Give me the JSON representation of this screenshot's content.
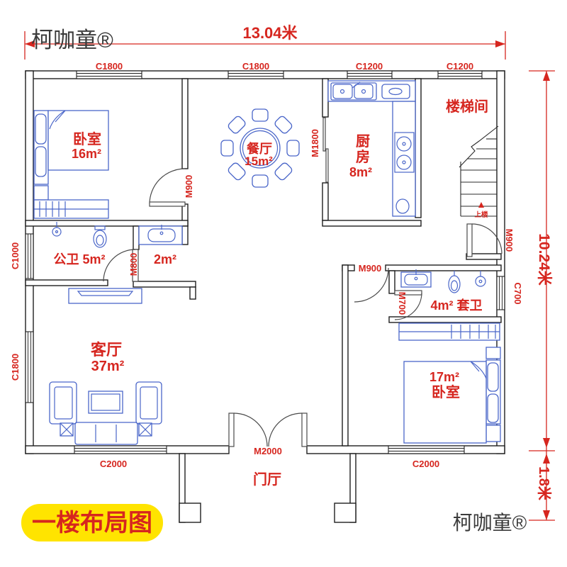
{
  "watermarks": {
    "top_left": "柯咖童®",
    "bottom_right": "柯咖童®"
  },
  "badge": {
    "label": "一楼布局图"
  },
  "dimensions": {
    "total_width": "13.04米",
    "main_depth": "10.24米",
    "porch_depth": "1.8米"
  },
  "rooms": {
    "bedroom_main": {
      "name": "卧室",
      "area": "16m²"
    },
    "dining": {
      "name": "餐厅",
      "area": "15m²"
    },
    "kitchen": {
      "char1": "厨",
      "char2": "房",
      "area": "8m²"
    },
    "stairwell": {
      "name": "楼梯间",
      "up": "上楼"
    },
    "public_bath": {
      "label": "公卫 5m²"
    },
    "wash_nook": {
      "area": "2m²"
    },
    "living": {
      "name": "客厅",
      "area": "37m²"
    },
    "ensuite": {
      "label": "4m² 套卫"
    },
    "bedroom_second": {
      "area": "17m²",
      "name": "卧室"
    },
    "foyer": {
      "name": "门厅"
    }
  },
  "windows": {
    "top_bedroom": "C1800",
    "top_dining": "C1800",
    "top_kitchen": "C1200",
    "top_stair": "C1200",
    "left_bath": "C1000",
    "left_living": "C1800",
    "right_ensuite": "C700",
    "bottom_living": "C2000",
    "bottom_bedroom": "C2000"
  },
  "doors": {
    "bedroom_main": "M900",
    "bath": "M800",
    "kitchen": "M1800",
    "stair": "M900",
    "suite": "M900",
    "ensuite": "M700",
    "entry": "M2000"
  },
  "colors": {
    "wall": "#1f1f1f",
    "furniture": "#4a66c9",
    "annotation": "#d6261f",
    "badge_bg": "#ffe400",
    "watermark": "#3b3b3b"
  }
}
